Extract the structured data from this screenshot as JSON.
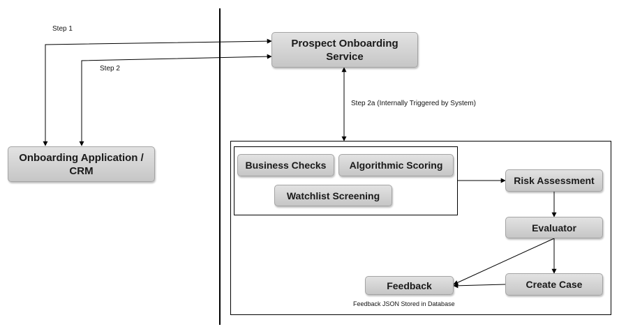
{
  "nodes": {
    "prospect": "Prospect Onboarding\nService",
    "onboarding_app": "Onboarding Application /\nCRM",
    "business_checks": "Business Checks",
    "algorithmic_scoring": "Algorithmic Scoring",
    "watchlist": "Watchlist Screening",
    "risk": "Risk Assessment",
    "evaluator": "Evaluator",
    "create_case": "Create Case",
    "feedback": "Feedback"
  },
  "labels": {
    "step1": "Step 1",
    "step2": "Step 2",
    "step2a": "Step 2a (Internally Triggered by System)",
    "feedback_note": "Feedback JSON Stored in Database"
  },
  "colors": {
    "node_fill_top": "#e2e2e2",
    "node_fill_bottom": "#c6c6c6",
    "line": "#000000"
  }
}
